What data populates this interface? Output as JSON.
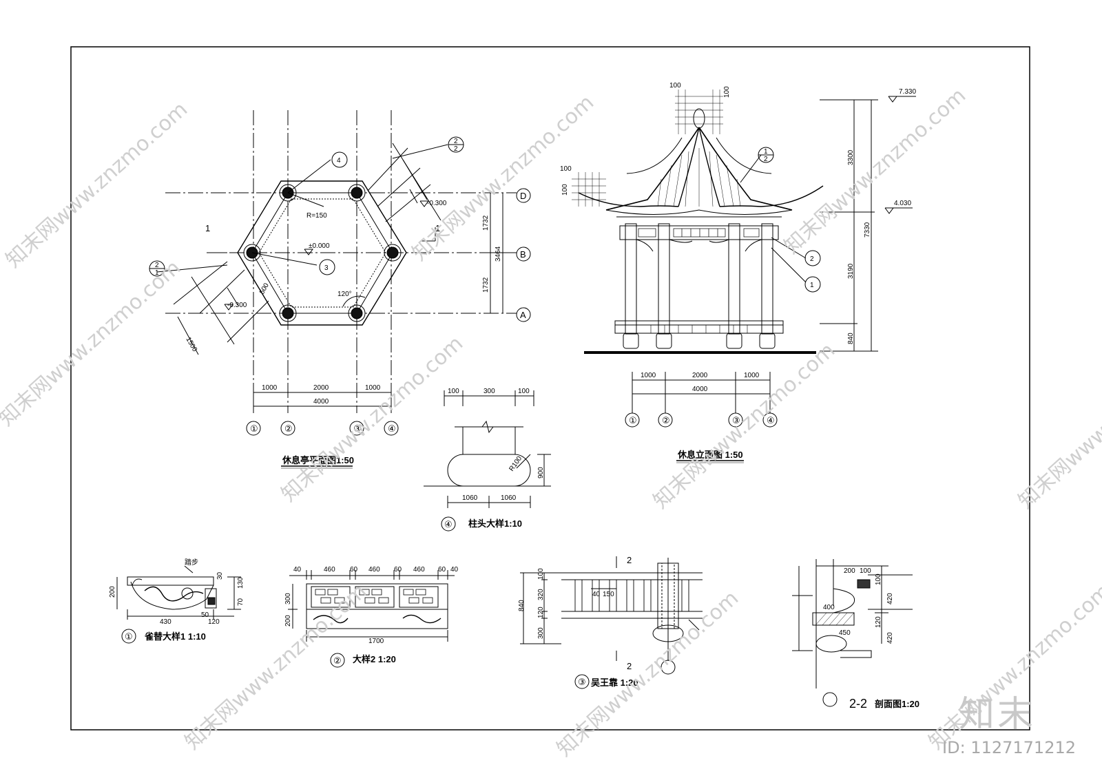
{
  "plan": {
    "title": "休息亭平面图1:50",
    "grid_cols": [
      "①",
      "②",
      "③",
      "④"
    ],
    "grid_rows": [
      "D",
      "B",
      "A"
    ],
    "dim_bottom": [
      "1000",
      "2000",
      "1000"
    ],
    "dim_total": "4000",
    "dim_right": [
      "1732",
      "1732"
    ],
    "dim_right_total": "3464",
    "radius": "R=150",
    "elev_floor": "±0.000",
    "elev_step_right": "-0.300",
    "elev_step_left": "-0.300",
    "angle": "120°",
    "stair_width": "500",
    "stair_length": "1500",
    "section_mark": "1",
    "callouts": {
      "c4": "4",
      "c3": "3",
      "c22_top": "2",
      "c22_bot": "2",
      "c2_top": "2",
      "c2_bot": "1"
    }
  },
  "elevation": {
    "title": "休息立面图 1:50",
    "grid_cols": [
      "①",
      "②",
      "③",
      "④"
    ],
    "dim_bottom": [
      "1000",
      "2000",
      "1000"
    ],
    "dim_total": "4000",
    "dim_right": [
      "3300",
      "3190",
      "840"
    ],
    "dim_right_total": "7330",
    "elev_top": "7.330",
    "elev_mid": "4.030",
    "finial_dims": [
      "100",
      "100"
    ],
    "eave_dims": [
      "100",
      "100"
    ],
    "callouts": {
      "c12_top": "1",
      "c12_bot": "2",
      "c2": "2",
      "c1": "1"
    }
  },
  "detail4": {
    "num": "④",
    "title": "柱头大样1:10",
    "dim_top": [
      "100",
      "300",
      "100"
    ],
    "dim_bottom": [
      "1060",
      "1060"
    ],
    "dim_height": "900",
    "radius": "R100"
  },
  "detail1": {
    "num": "①",
    "title": "雀替大样1 1:10",
    "dim_width": "430",
    "dim_height": "200",
    "dim_small": "120",
    "dim_130": "130",
    "dim_70": "70",
    "dim_30": "30",
    "dim_50": "50",
    "note": "踏步"
  },
  "detail2": {
    "num": "②",
    "title": "大样2 1:20",
    "dim_top": [
      "40",
      "460",
      "60",
      "460",
      "60",
      "460",
      "60",
      "40"
    ],
    "dim_left": [
      "300",
      "200"
    ],
    "dim_total": "1700"
  },
  "detail3": {
    "num": "③",
    "title": "吴王靠 1:20",
    "dim_left": [
      "100",
      "320",
      "120",
      "300"
    ],
    "dim_total": "840",
    "dim_inner": [
      "40",
      "150"
    ],
    "section_mark": "2"
  },
  "section22": {
    "title_prefix": "2-2",
    "title_suffix": "剖面图1:20",
    "dim_top": [
      "200",
      "100"
    ],
    "dim_right": [
      "100",
      "420",
      "120",
      "420"
    ],
    "dim_mid": "400",
    "dim_small": "450"
  },
  "watermark": {
    "text": "知末网www.znzmo.com",
    "brand": "知末",
    "id": "ID: 1127171212"
  }
}
